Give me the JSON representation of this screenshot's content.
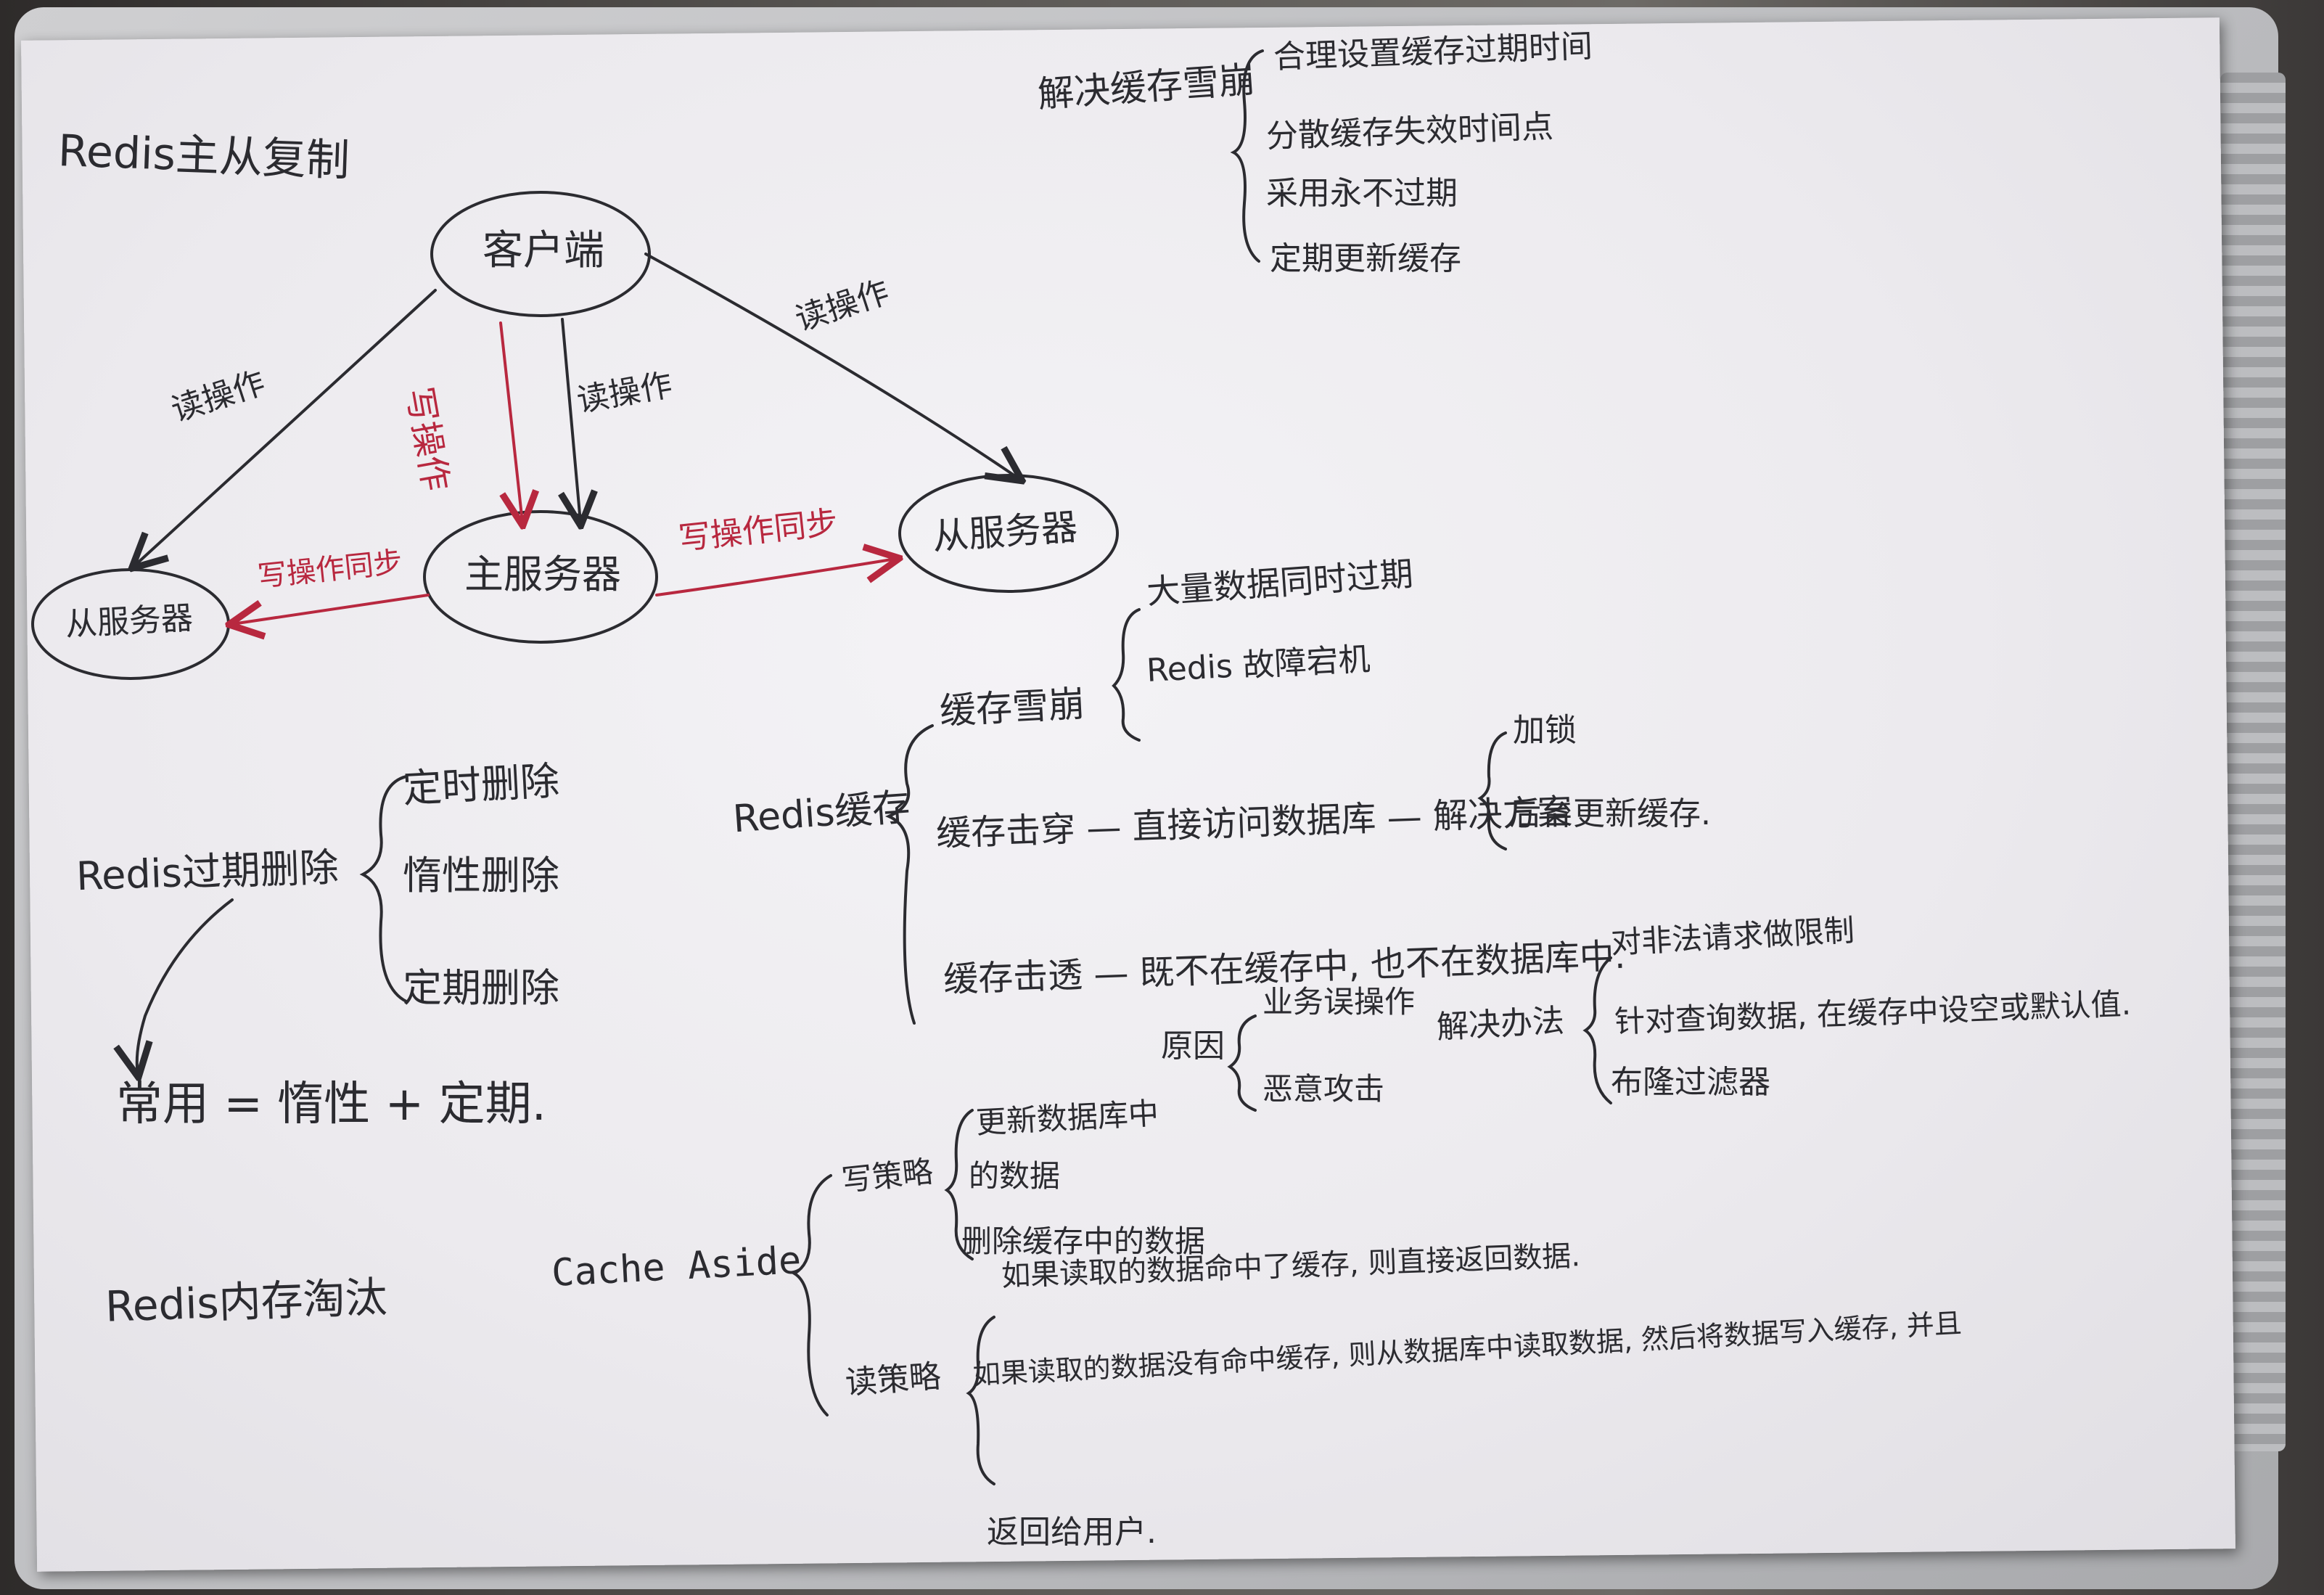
{
  "colors": {
    "ink": "#2b2b30",
    "red_ink": "#b8283f",
    "paper": "#efedf1",
    "laptop": "#c4c5c8"
  },
  "replication": {
    "title": "Redis主从复制",
    "client": "客户端",
    "master": "主服务器",
    "slave_left": "从服务器",
    "slave_right": "从服务器",
    "read_left": "读操作",
    "read_middle": "读操作",
    "read_right": "读操作",
    "write": "写操作",
    "sync_left": "写操作同步",
    "sync_right": "写操作同步"
  },
  "avalanche_solutions": {
    "title": "解决缓存雪崩",
    "items": [
      "合理设置缓存过期时间",
      "分散缓存失效时间点",
      "采用永不过期",
      "定期更新缓存"
    ]
  },
  "redis_cache": {
    "title": "Redis缓存",
    "avalanche": "缓存雪崩",
    "avalanche_causes": [
      "大量数据同时过期",
      "Redis 故障宕机"
    ],
    "breakdown": "缓存击穿 — 直接访问数据库 — 解决方案",
    "breakdown_solutions": [
      "加锁",
      "后台更新缓存."
    ],
    "penetration": "缓存击透 — 既不在缓存中, 也不在数据库中.",
    "penetration_causes_label": "原因",
    "penetration_causes": [
      "业务误操作",
      "恶意攻击"
    ],
    "penetration_solutions_label": "解决办法",
    "penetration_solutions": [
      "对非法请求做限制",
      "针对查询数据, 在缓存中设空或默认值.",
      "布隆过滤器"
    ]
  },
  "expiry": {
    "title": "Redis过期删除",
    "items": [
      "定时删除",
      "惰性删除",
      "定期删除"
    ],
    "common": "常用 = 惰性 + 定期."
  },
  "memory": {
    "title": "Redis内存淘汰"
  },
  "cache_aside": {
    "title": "Cache Aside",
    "write_label": "写策略",
    "write_steps": [
      "更新数据库中",
      "的数据",
      "删除缓存中的数据"
    ],
    "read_label": "读策略",
    "read_hit": "如果读取的数据命中了缓存, 则直接返回数据.",
    "read_miss_1": "如果读取的数据没有命中缓存, 则从数据库中读取数据, 然后将数据写入缓存, 并且",
    "read_miss_2": "返回给用户."
  }
}
